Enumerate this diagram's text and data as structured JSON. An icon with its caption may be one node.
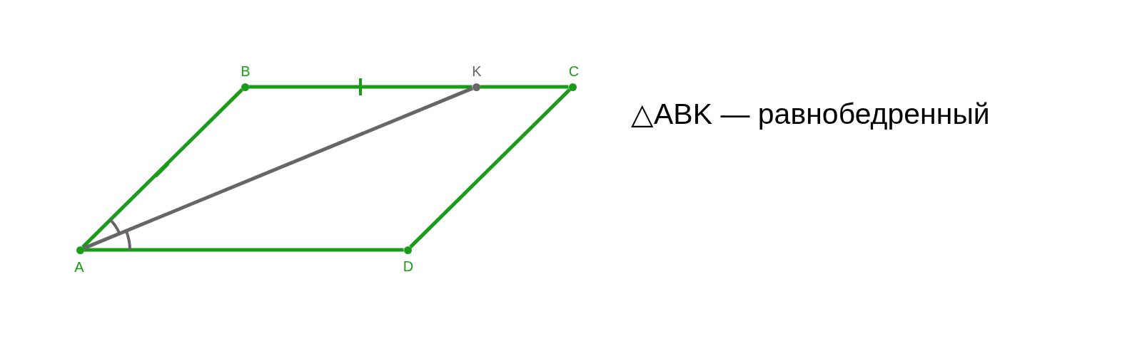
{
  "diagram": {
    "nodes": [
      {
        "text": [
          "A"
        ]
      },
      {
        "text": [
          "B"
        ]
      },
      {
        "text": [
          "K"
        ]
      },
      {
        "text": [
          "C"
        ]
      },
      {
        "text": [
          "D"
        ]
      }
    ],
    "edges": [
      {
        "from": 0,
        "to": 1,
        "arrow": "none"
      },
      {
        "from": 1,
        "to": 2,
        "arrow": "none"
      },
      {
        "from": 2,
        "to": 3,
        "arrow": "none"
      },
      {
        "from": 3,
        "to": 4,
        "arrow": "none"
      },
      {
        "from": 4,
        "to": 0,
        "arrow": "none"
      },
      {
        "from": 0,
        "to": 2,
        "arrow": "none",
        "color": "#666666"
      }
    ],
    "labels": [
      "△ABK — равнобедренный"
    ]
  }
}
